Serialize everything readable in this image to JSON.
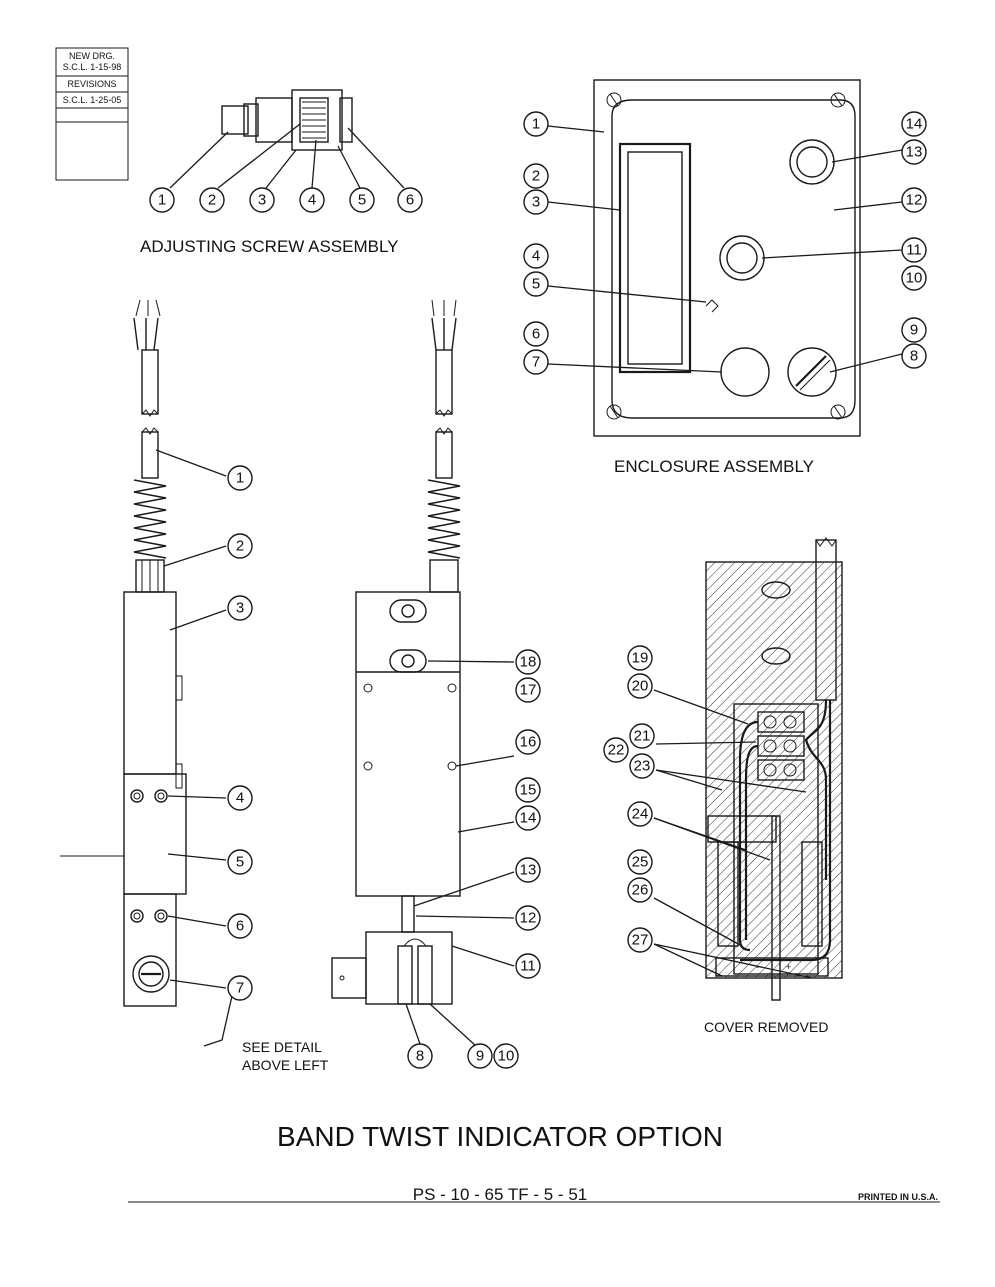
{
  "revision_block": {
    "line1": "NEW DRG.",
    "line2": "S.C.L. 1-15-98",
    "line3": "REVISIONS",
    "line4": "S.C.L. 1-25-05"
  },
  "captions": {
    "adjusting": "ADJUSTING SCREW ASSEMBLY",
    "enclosure": "ENCLOSURE ASSEMBLY",
    "cover_removed": "COVER REMOVED",
    "see_detail_1": "SEE DETAIL",
    "see_detail_2": "ABOVE LEFT"
  },
  "title": "BAND TWIST INDICATOR OPTION",
  "footer": {
    "part_numbers": "PS - 10 - 65    TF - 5 - 51",
    "printed": "PRINTED IN U.S.A."
  },
  "callouts": {
    "adjusting": [
      "1",
      "2",
      "3",
      "4",
      "5",
      "6"
    ],
    "enclosure": [
      "1",
      "2",
      "3",
      "4",
      "5",
      "6",
      "7",
      "8",
      "9",
      "10",
      "11",
      "12",
      "13",
      "14"
    ],
    "side_view": [
      "1",
      "2",
      "3",
      "4",
      "5",
      "6",
      "7"
    ],
    "front_view": [
      "8",
      "9",
      "10",
      "11",
      "12",
      "13",
      "14",
      "15",
      "16",
      "17",
      "18"
    ],
    "cover_removed": [
      "19",
      "20",
      "21",
      "22",
      "23",
      "24",
      "25",
      "26",
      "27"
    ]
  }
}
